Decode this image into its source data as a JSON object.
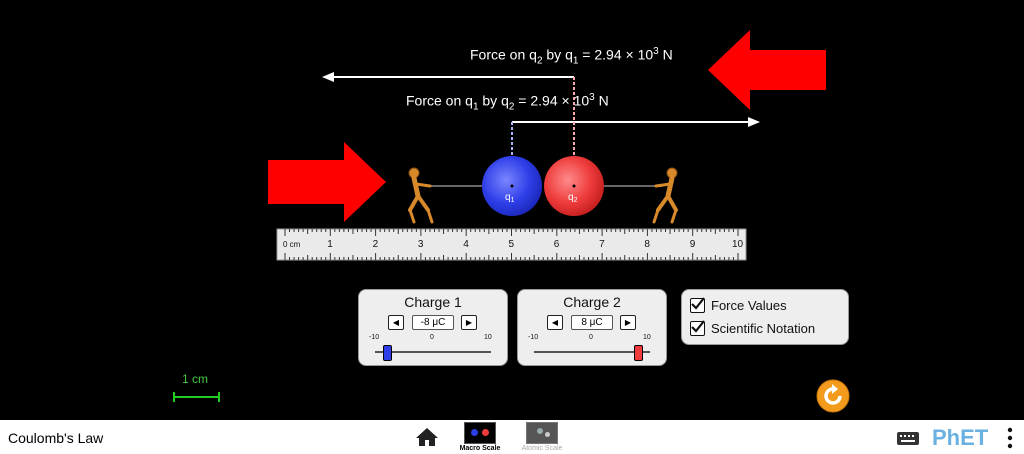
{
  "force_on_q2": {
    "prefix": "Force on q",
    "sub1": "2",
    "mid": " by q",
    "sub2": "1",
    "eq": " = 2.94 × 10",
    "sup": "3",
    "unit": " N"
  },
  "force_on_q1": {
    "prefix": "Force on q",
    "sub1": "1",
    "mid": " by q",
    "sub2": "2",
    "eq": " = 2.94 × 10",
    "sup": "3",
    "unit": " N"
  },
  "charge_labels": {
    "q1_main": "q",
    "q1_sub": "1",
    "q2_main": "q",
    "q2_sub": "2"
  },
  "ruler": {
    "unit_label": "0 cm",
    "ticks": [
      "1",
      "2",
      "3",
      "4",
      "5",
      "6",
      "7",
      "8",
      "9",
      "10"
    ]
  },
  "charge1_panel": {
    "title": "Charge 1",
    "value": "-8 μC",
    "min_label": "-10",
    "mid_label": "0",
    "max_label": "10",
    "value_number": -8
  },
  "charge2_panel": {
    "title": "Charge 2",
    "value": "8 μC",
    "min_label": "-10",
    "mid_label": "0",
    "max_label": "10",
    "value_number": 8
  },
  "options": {
    "force_values": "Force Values",
    "scientific_notation": "Scientific Notation"
  },
  "scale_indicator": "1 cm",
  "navbar": {
    "sim_title": "Coulomb's Law",
    "screen_macro": "Macro Scale",
    "screen_atomic": "Atomic Scale",
    "brand": "PhET"
  },
  "colors": {
    "q1": "#2f3fe8",
    "q2": "#ee3b3b",
    "accent_arrow": "#ff0000",
    "reset": "#f29b1c"
  }
}
